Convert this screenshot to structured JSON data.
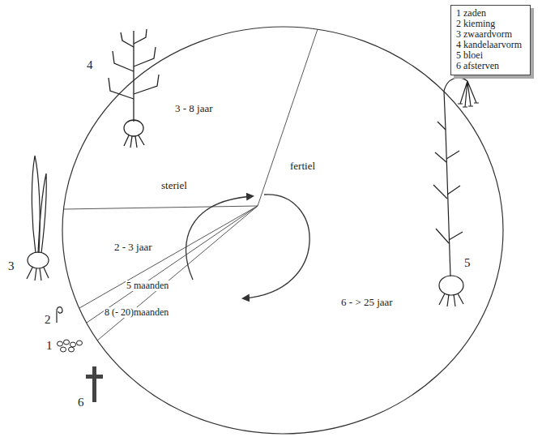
{
  "diagram": {
    "labels": [
      "4",
      "3 - 8 jaar",
      "steriel",
      "fertiel",
      "2 - 3 jaar",
      "5 maanden",
      "8 (- 20)maanden",
      "3",
      "2",
      "1",
      "5",
      "6 - > 25 jaar",
      "6"
    ],
    "legend": [
      {
        "text": "1 zaden"
      },
      {
        "text": "2 kieming"
      },
      {
        "text": "3 zwaardvorm"
      },
      {
        "text": "4 kandelaarvorm"
      },
      {
        "text": "5 bloei"
      },
      {
        "text": "6 afsterven"
      }
    ]
  }
}
